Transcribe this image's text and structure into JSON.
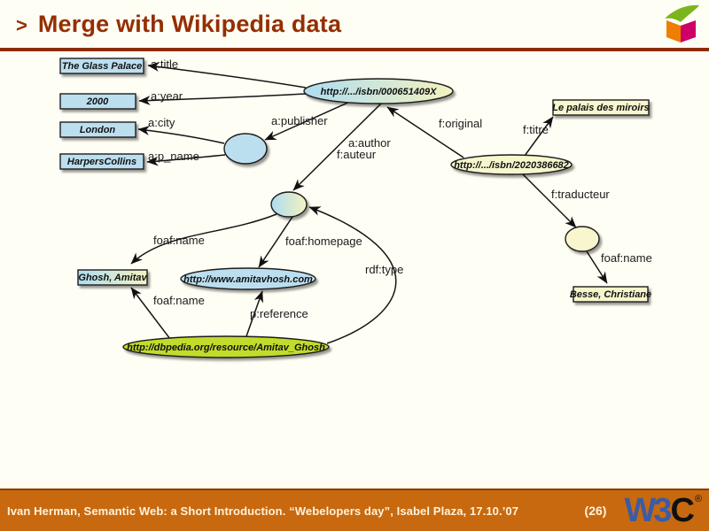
{
  "header": {
    "marker": ">",
    "title": "Merge with Wikipedia data"
  },
  "icons": {
    "cube": "semantic-web-cube-icon",
    "w3c": "w3c-logo"
  },
  "colors": {
    "title_text": "#942F00",
    "header_rule": "#8C2D00",
    "footer_bg": "#C8690F",
    "footer_text": "#FFF3DD",
    "node_blue": "#BCDFF0",
    "node_yellow": "#F7F6CD",
    "node_green": "#C3DB2A",
    "gradient_blue": "#AEDCF0",
    "gradient_yellow": "#F4F2C0",
    "w3c_blue": "#3B5CA5",
    "cube_orange": "#EF7D00",
    "cube_magenta": "#CC0066",
    "cube_green": "#7AB51D"
  },
  "diagram": {
    "nodes": {
      "glass_palace": "The Glass Palace",
      "year_2000": "2000",
      "london": "London",
      "harpers_collins": "HarpersCollins",
      "isbn_en": "http://.../isbn/000651409X",
      "isbn_fr": "http://.../isbn/2020386682",
      "palais": "Le palais des miroirs",
      "besse": "Besse, Christiane",
      "ghosh": "Ghosh, Amitav",
      "homepage": "http://www.amitavhosh.com",
      "dbpedia": "http://dbpedia.org/resource/Amitav_Ghosh"
    },
    "edges": {
      "a_title": "a:title",
      "a_year": "a:year",
      "a_city": "a:city",
      "a_p_name": "a:p_name",
      "a_publisher": "a:publisher",
      "a_author": "a:author",
      "f_auteur": "f:auteur",
      "f_original": "f:original",
      "f_titre": "f:titre",
      "f_traducteur": "f:traducteur",
      "foaf_name_person": "foaf:name",
      "foaf_homepage": "foaf:homepage",
      "rdf_type": "rdf:type",
      "foaf_name_dbpedia": "foaf:name",
      "foaf_name_translator": "foaf:name",
      "p_reference": "p:reference"
    }
  },
  "footer": {
    "credit": "Ivan Herman, Semantic Web: a Short Introduction. “Webelopers day”, Isabel Plaza, 17.10.’07",
    "page": "(26)",
    "w3c_w3": "W3",
    "w3c_c": "C",
    "w3c_reg": "®"
  }
}
